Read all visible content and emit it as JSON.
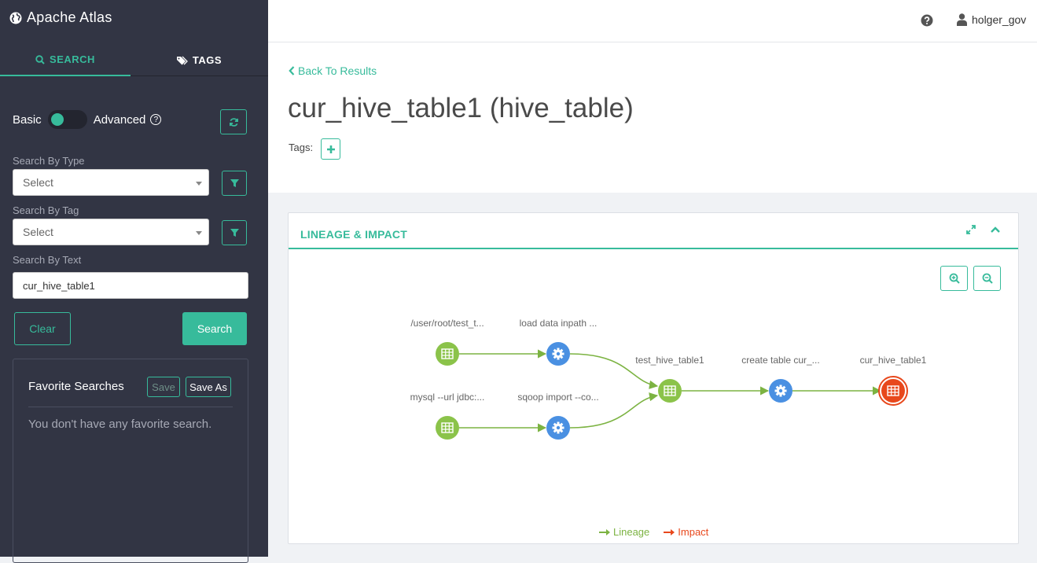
{
  "app": {
    "title": "Apache Atlas"
  },
  "sidebar": {
    "tabs": [
      {
        "label": "SEARCH"
      },
      {
        "label": "TAGS"
      }
    ],
    "toggle": {
      "left_label": "Basic",
      "right_label": "Advanced"
    },
    "type_search": {
      "label": "Search By Type",
      "value": "Select"
    },
    "tag_search": {
      "label": "Search By Tag",
      "value": "Select"
    },
    "text_search": {
      "label": "Search By Text",
      "value": "cur_hive_table1"
    },
    "clear_label": "Clear",
    "search_label": "Search",
    "favorites": {
      "title": "Favorite Searches",
      "save_label": "Save",
      "save_as_label": "Save As",
      "empty_text": "You don't have any favorite search."
    }
  },
  "header": {
    "username": "holger_gov"
  },
  "detail": {
    "back_label": "Back To Results",
    "title": "cur_hive_table1 (hive_table)",
    "tags_label": "Tags:"
  },
  "lineage": {
    "title": "LINEAGE & IMPACT",
    "nodes": [
      {
        "label": "/user/root/test_t...",
        "kind": "table",
        "status": "lineage"
      },
      {
        "label": "load data inpath ...",
        "kind": "process",
        "status": "lineage"
      },
      {
        "label": "mysql --url jdbc:...",
        "kind": "table",
        "status": "lineage"
      },
      {
        "label": "sqoop import --co...",
        "kind": "process",
        "status": "lineage"
      },
      {
        "label": "test_hive_table1",
        "kind": "table",
        "status": "lineage"
      },
      {
        "label": "create table cur_...",
        "kind": "process",
        "status": "lineage"
      },
      {
        "label": "cur_hive_table1",
        "kind": "table",
        "status": "current"
      }
    ],
    "edges": [
      [
        0,
        1
      ],
      [
        1,
        4
      ],
      [
        2,
        3
      ],
      [
        3,
        4
      ],
      [
        4,
        5
      ],
      [
        5,
        6
      ]
    ],
    "legend": {
      "lineage": "Lineage",
      "impact": "Impact"
    }
  },
  "colors": {
    "accent": "#37bb9b",
    "lineage": "#7cb342",
    "impact": "#e8481c",
    "process": "#4a90e2",
    "sidebar": "#323544"
  }
}
